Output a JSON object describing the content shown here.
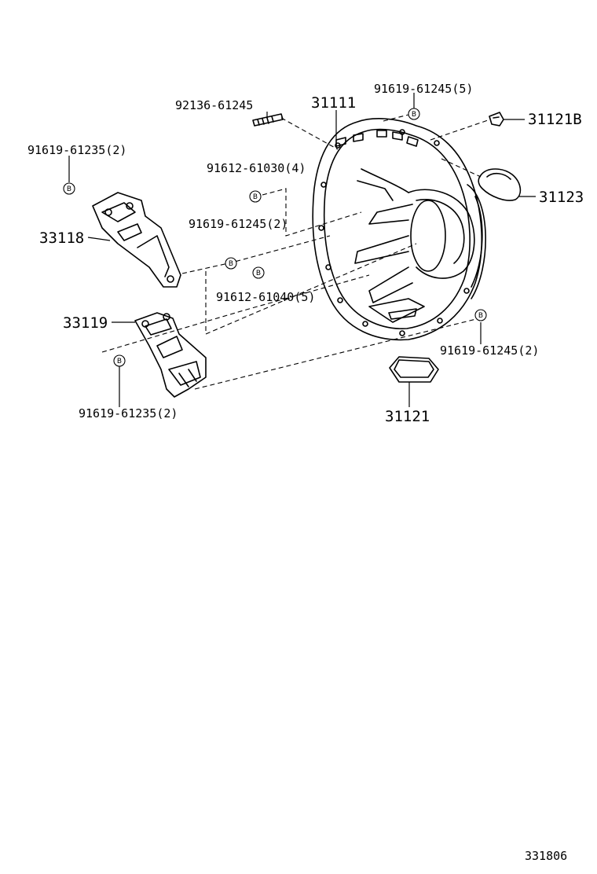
{
  "diagram_code": "331806",
  "marker_symbol": "B",
  "callouts": {
    "c_92136": "92136-61245",
    "c_31111": "31111",
    "c_91619_5": "91619-61245(5)",
    "c_31121B": "31121B",
    "c_91619_235_top": "91619-61235(2)",
    "c_91612_030": "91612-61030(4)",
    "c_31123": "31123",
    "c_33118": "33118",
    "c_91619_245_mid": "91619-61245(2)",
    "c_91612_040": "91612-61040(5)",
    "c_33119": "33119",
    "c_91619_245_right": "91619-61245(2)",
    "c_91619_235_bot": "91619-61235(2)",
    "c_31121": "31121"
  }
}
